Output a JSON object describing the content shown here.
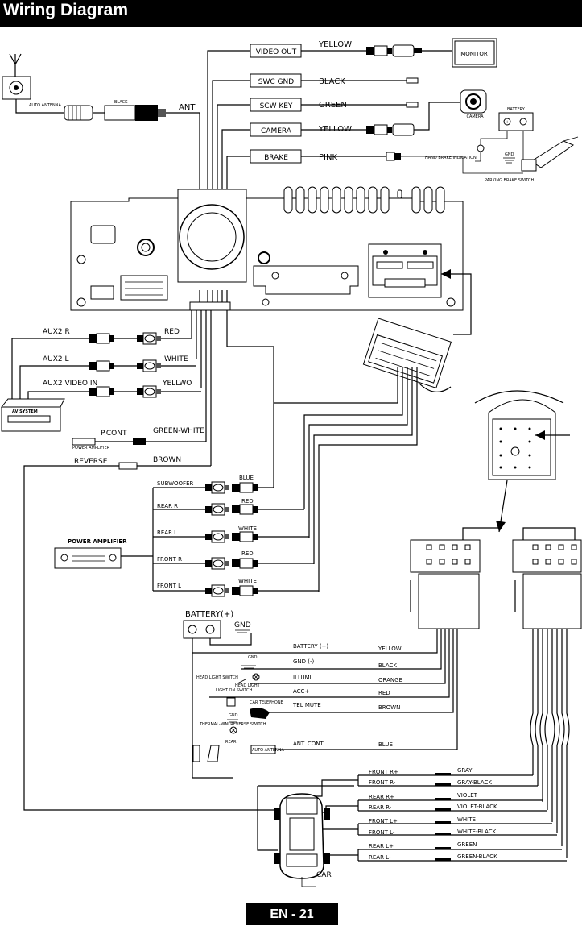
{
  "header": {
    "title": "Wiring Diagram"
  },
  "page_number": "EN - 21",
  "top_outputs": [
    {
      "name": "VIDEO OUT",
      "color": "YELLOW"
    },
    {
      "name": "SWC GND",
      "color": "BLACK"
    },
    {
      "name": "SCW KEY",
      "color": "GREEN"
    },
    {
      "name": "CAMERA",
      "color": "YELLOW"
    },
    {
      "name": "BRAKE",
      "color": "PINK"
    }
  ],
  "devices": {
    "monitor": "MONITOR",
    "camera": "CAMERA",
    "battery": "BATTERY",
    "gnd": "GND",
    "hand_brake": "HAND BRAKE INDICATION",
    "parking_brake": "PARKING BRAKE SWITCH",
    "auto_antenna": "AUTO ANTENNA",
    "black": "BLACK",
    "ant": "ANT",
    "av_system": "AV SYSTEM",
    "power_amplifier": "POWER AMPLIFIER",
    "power_amplifier_small": "POWER AMPLIFIER",
    "car": "CAR"
  },
  "aux": [
    {
      "name": "AUX2 R",
      "color": "RED"
    },
    {
      "name": "AUX2 L",
      "color": "WHITE"
    },
    {
      "name": "AUX2 VIDEO IN",
      "color": "YELLWO"
    }
  ],
  "misc_wires": [
    {
      "name": "P.CONT",
      "color": "GREEN-WHITE"
    },
    {
      "name": "REVERSE",
      "color": "BROWN"
    }
  ],
  "amp_outputs": [
    {
      "name": "SUBWOOFER",
      "color": "BLUE"
    },
    {
      "name": "REAR R",
      "color": "RED"
    },
    {
      "name": "REAR L",
      "color": "WHITE"
    },
    {
      "name": "FRONT R",
      "color": "RED"
    },
    {
      "name": "FRONT L",
      "color": "WHITE"
    }
  ],
  "power": {
    "battery": "BATTERY",
    "plus": "(+)",
    "gnd": "GND",
    "small_labels": {
      "gnd": "GND",
      "head_light_switch": "HEAD LIGHT SWITCH",
      "head_light": "HEAD LIGHT",
      "light_on_switch": "LIGHT ON SWITCH",
      "car_telephone": "CAR TELEPHONE",
      "gnd2": "GND",
      "thermal": "THERMAL-MINI REVERSE SWITCH",
      "rear": "REAR",
      "auto_antenna": "AUTO ANTENNA"
    }
  },
  "power_lines": [
    {
      "name": "BATTERY (+)",
      "color": "YELLOW"
    },
    {
      "name": "GND (-)",
      "color": "BLACK"
    },
    {
      "name": "ILLUMI",
      "color": "ORANGE"
    },
    {
      "name": "ACC+",
      "color": "RED"
    },
    {
      "name": "TEL MUTE",
      "color": "BROWN"
    },
    {
      "name": "ANT. CONT",
      "color": "BLUE"
    }
  ],
  "speakers": [
    {
      "name": "FRONT R+",
      "color": "GRAY"
    },
    {
      "name": "FRONT R-",
      "color": "GRAY-BLACK"
    },
    {
      "name": "REAR R+",
      "color": "VIOLET"
    },
    {
      "name": "REAR R-",
      "color": "VIOLET-BLACK"
    },
    {
      "name": "FRONT L+",
      "color": "WHITE"
    },
    {
      "name": "FRONT L-",
      "color": "WHITE-BLACK"
    },
    {
      "name": "REAR L+",
      "color": "GREEN"
    },
    {
      "name": "REAR L-",
      "color": "GREEN-BLACK"
    }
  ]
}
